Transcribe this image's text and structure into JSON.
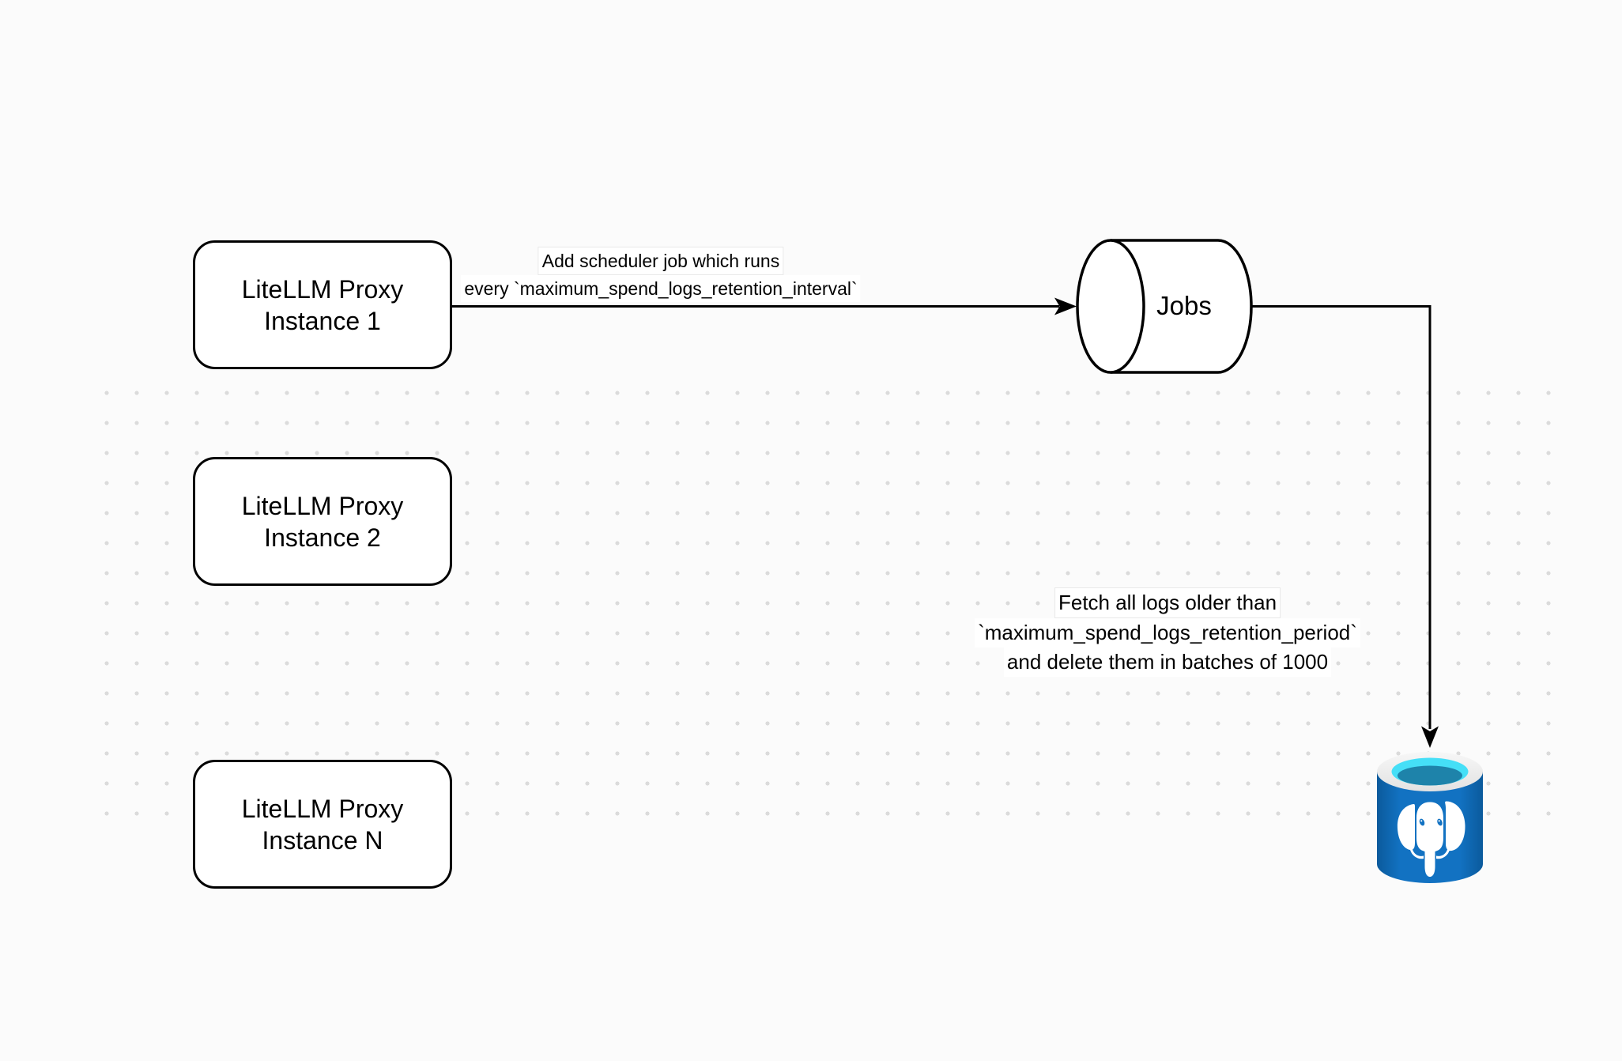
{
  "page": {
    "background_color": "#FBFBFB",
    "grid_dot_color": "#DBDBDB"
  },
  "nodes": {
    "proxy_instances": [
      {
        "line1": "LiteLLM Proxy",
        "line2": "Instance 1"
      },
      {
        "line1": "LiteLLM Proxy",
        "line2": "Instance 2"
      },
      {
        "line1": "LiteLLM Proxy",
        "line2": "Instance N"
      }
    ],
    "jobs_queue": {
      "label": "Jobs",
      "shape": "horizontal-cylinder"
    },
    "postgres_database": {
      "icon": "postgresql-database-icon",
      "colors": {
        "body_blue": "#1272C2",
        "body_blue_dark": "#0B5A9C",
        "rim_white": "#EFEFEF",
        "opening_cyan": "#45DFF7",
        "opening_teal": "#1E83AA",
        "elephant_white": "#FFFFFF"
      }
    }
  },
  "edges": {
    "stroke_color": "#000000",
    "scheduler_edge": {
      "label_line1": "Add scheduler job which runs",
      "label_line2": "every `maximum_spend_logs_retention_interval`"
    },
    "fetch_edge": {
      "label_line1": "Fetch all logs older than",
      "label_line2": "`maximum_spend_logs_retention_period`",
      "label_line3": "and delete them in batches of 1000"
    }
  }
}
